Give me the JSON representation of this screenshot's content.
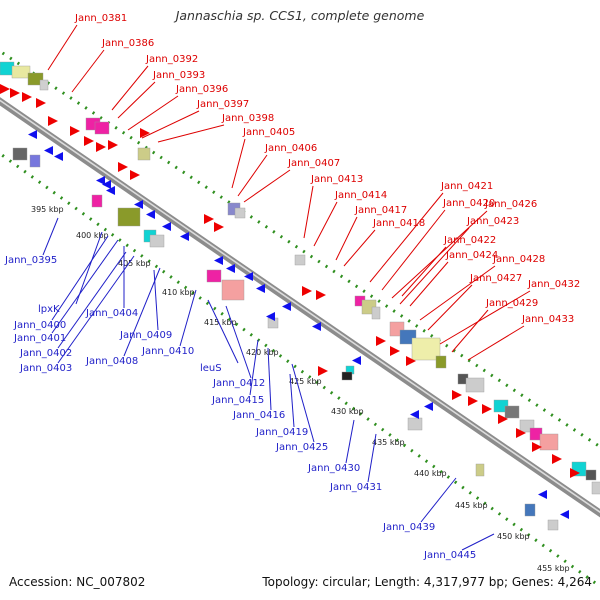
{
  "title": "Jannaschia sp. CCS1, complete genome",
  "accession_text": "Accession: NC_007802",
  "topology_text": "Topology: circular; Length: 4,317,977 bp; Genes: 4,264",
  "colors": {
    "top_label": "#dd0000",
    "bottom_label": "#1f1fc8",
    "backbone": "#8c8c8c",
    "dotted_track": "#2f8f1f",
    "forward_gene": "#ee0000",
    "reverse_gene": "#1010ee"
  },
  "kbp_ticks": [
    "395 kbp",
    "400 kbp",
    "405 kbp",
    "410 kbp",
    "415 kbp",
    "420 kbp",
    "425 kbp",
    "430 kbp",
    "435 kbp",
    "440 kbp",
    "445 kbp",
    "450 kbp",
    "455 kbp"
  ],
  "top_labels": [
    "Jann_0381",
    "Jann_0386",
    "Jann_0392",
    "Jann_0393",
    "Jann_0396",
    "Jann_0397",
    "Jann_0398",
    "Jann_0405",
    "Jann_0406",
    "Jann_0407",
    "Jann_0413",
    "Jann_0414",
    "Jann_0417",
    "Jann_0418",
    "Jann_0421",
    "Jann_0420",
    "Jann_0426",
    "Jann_0423",
    "Jann_0422",
    "Jann_0424",
    "Jann_0428",
    "Jann_0427",
    "Jann_0432",
    "Jann_0429",
    "Jann_0433"
  ],
  "bottom_labels": [
    "Jann_0395",
    "lpxK",
    "Jann_0400",
    "Jann_0401",
    "Jann_0404",
    "Jann_0402",
    "Jann_0403",
    "Jann_0409",
    "Jann_0408",
    "Jann_0410",
    "leuS",
    "Jann_0412",
    "Jann_0415",
    "Jann_0416",
    "Jann_0419",
    "Jann_0425",
    "Jann_0430",
    "Jann_0431",
    "Jann_0439",
    "Jann_0445"
  ]
}
